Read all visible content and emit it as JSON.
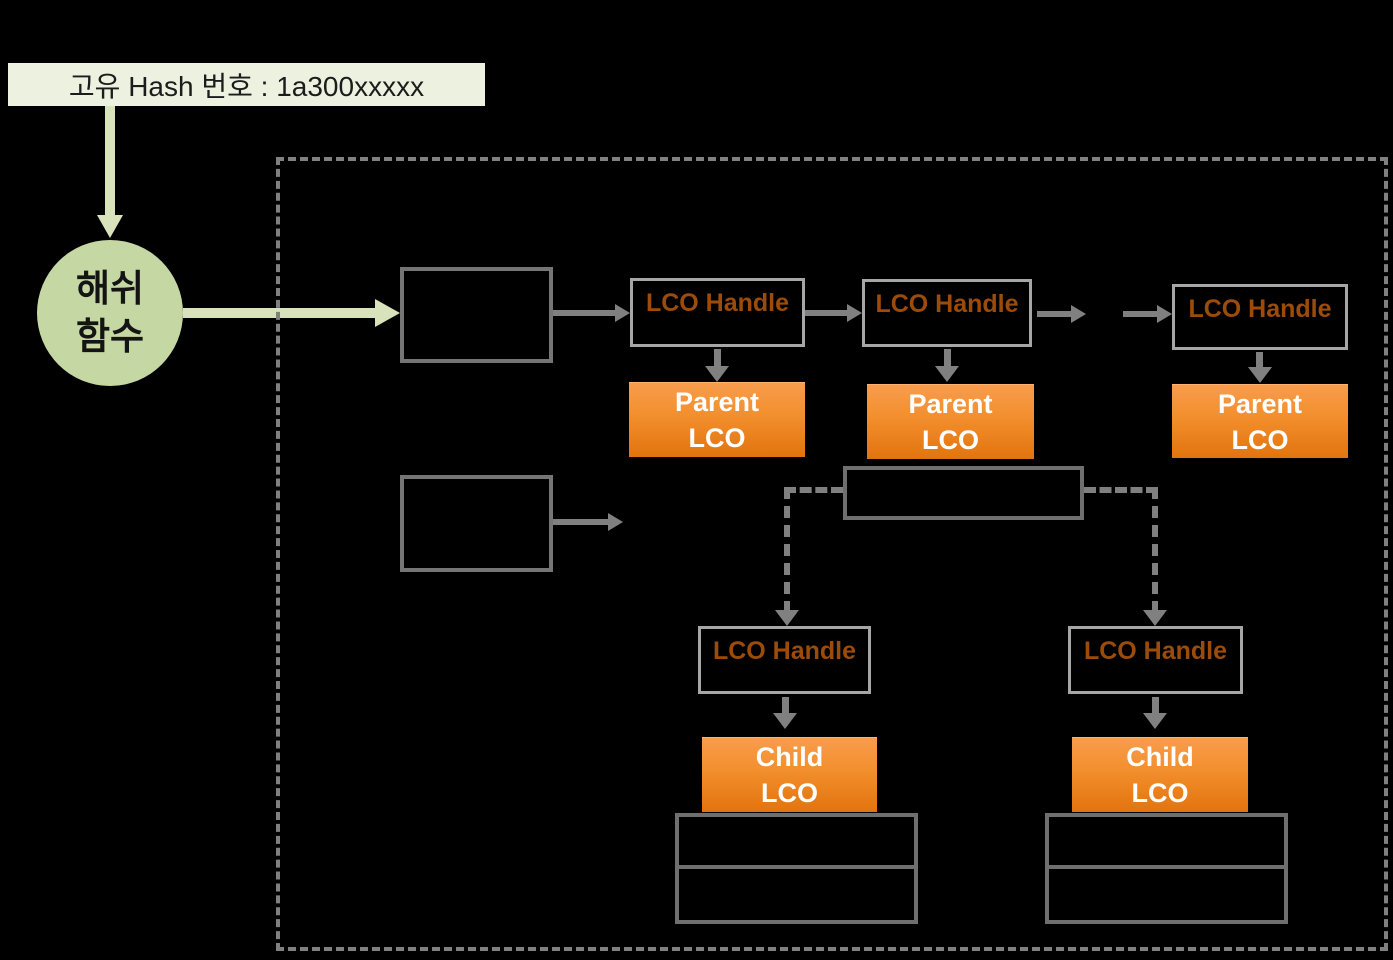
{
  "hash_input": {
    "label": "고유 Hash 번호 : 1a300xxxxx"
  },
  "hash_function": {
    "line1": "해쉬",
    "line2": "함수"
  },
  "handle": {
    "label": "LCO Handle"
  },
  "parent_lco": {
    "line1": "Parent",
    "line2": "LCO"
  },
  "child_lco": {
    "line1": "Child",
    "line2": "LCO"
  },
  "colors": {
    "background": "#000000",
    "hash_label_bg": "#edf1e0",
    "hash_circle_fill": "#c5d7a2",
    "green_arrow": "#d9e3bb",
    "orange_gradient_top": "#f89d4d",
    "orange_gradient_bottom": "#e2740e",
    "handle_text": "#9c4c08",
    "gray_line": "#808080",
    "box_border": "#757575",
    "handle_border": "#a6a6a6"
  }
}
